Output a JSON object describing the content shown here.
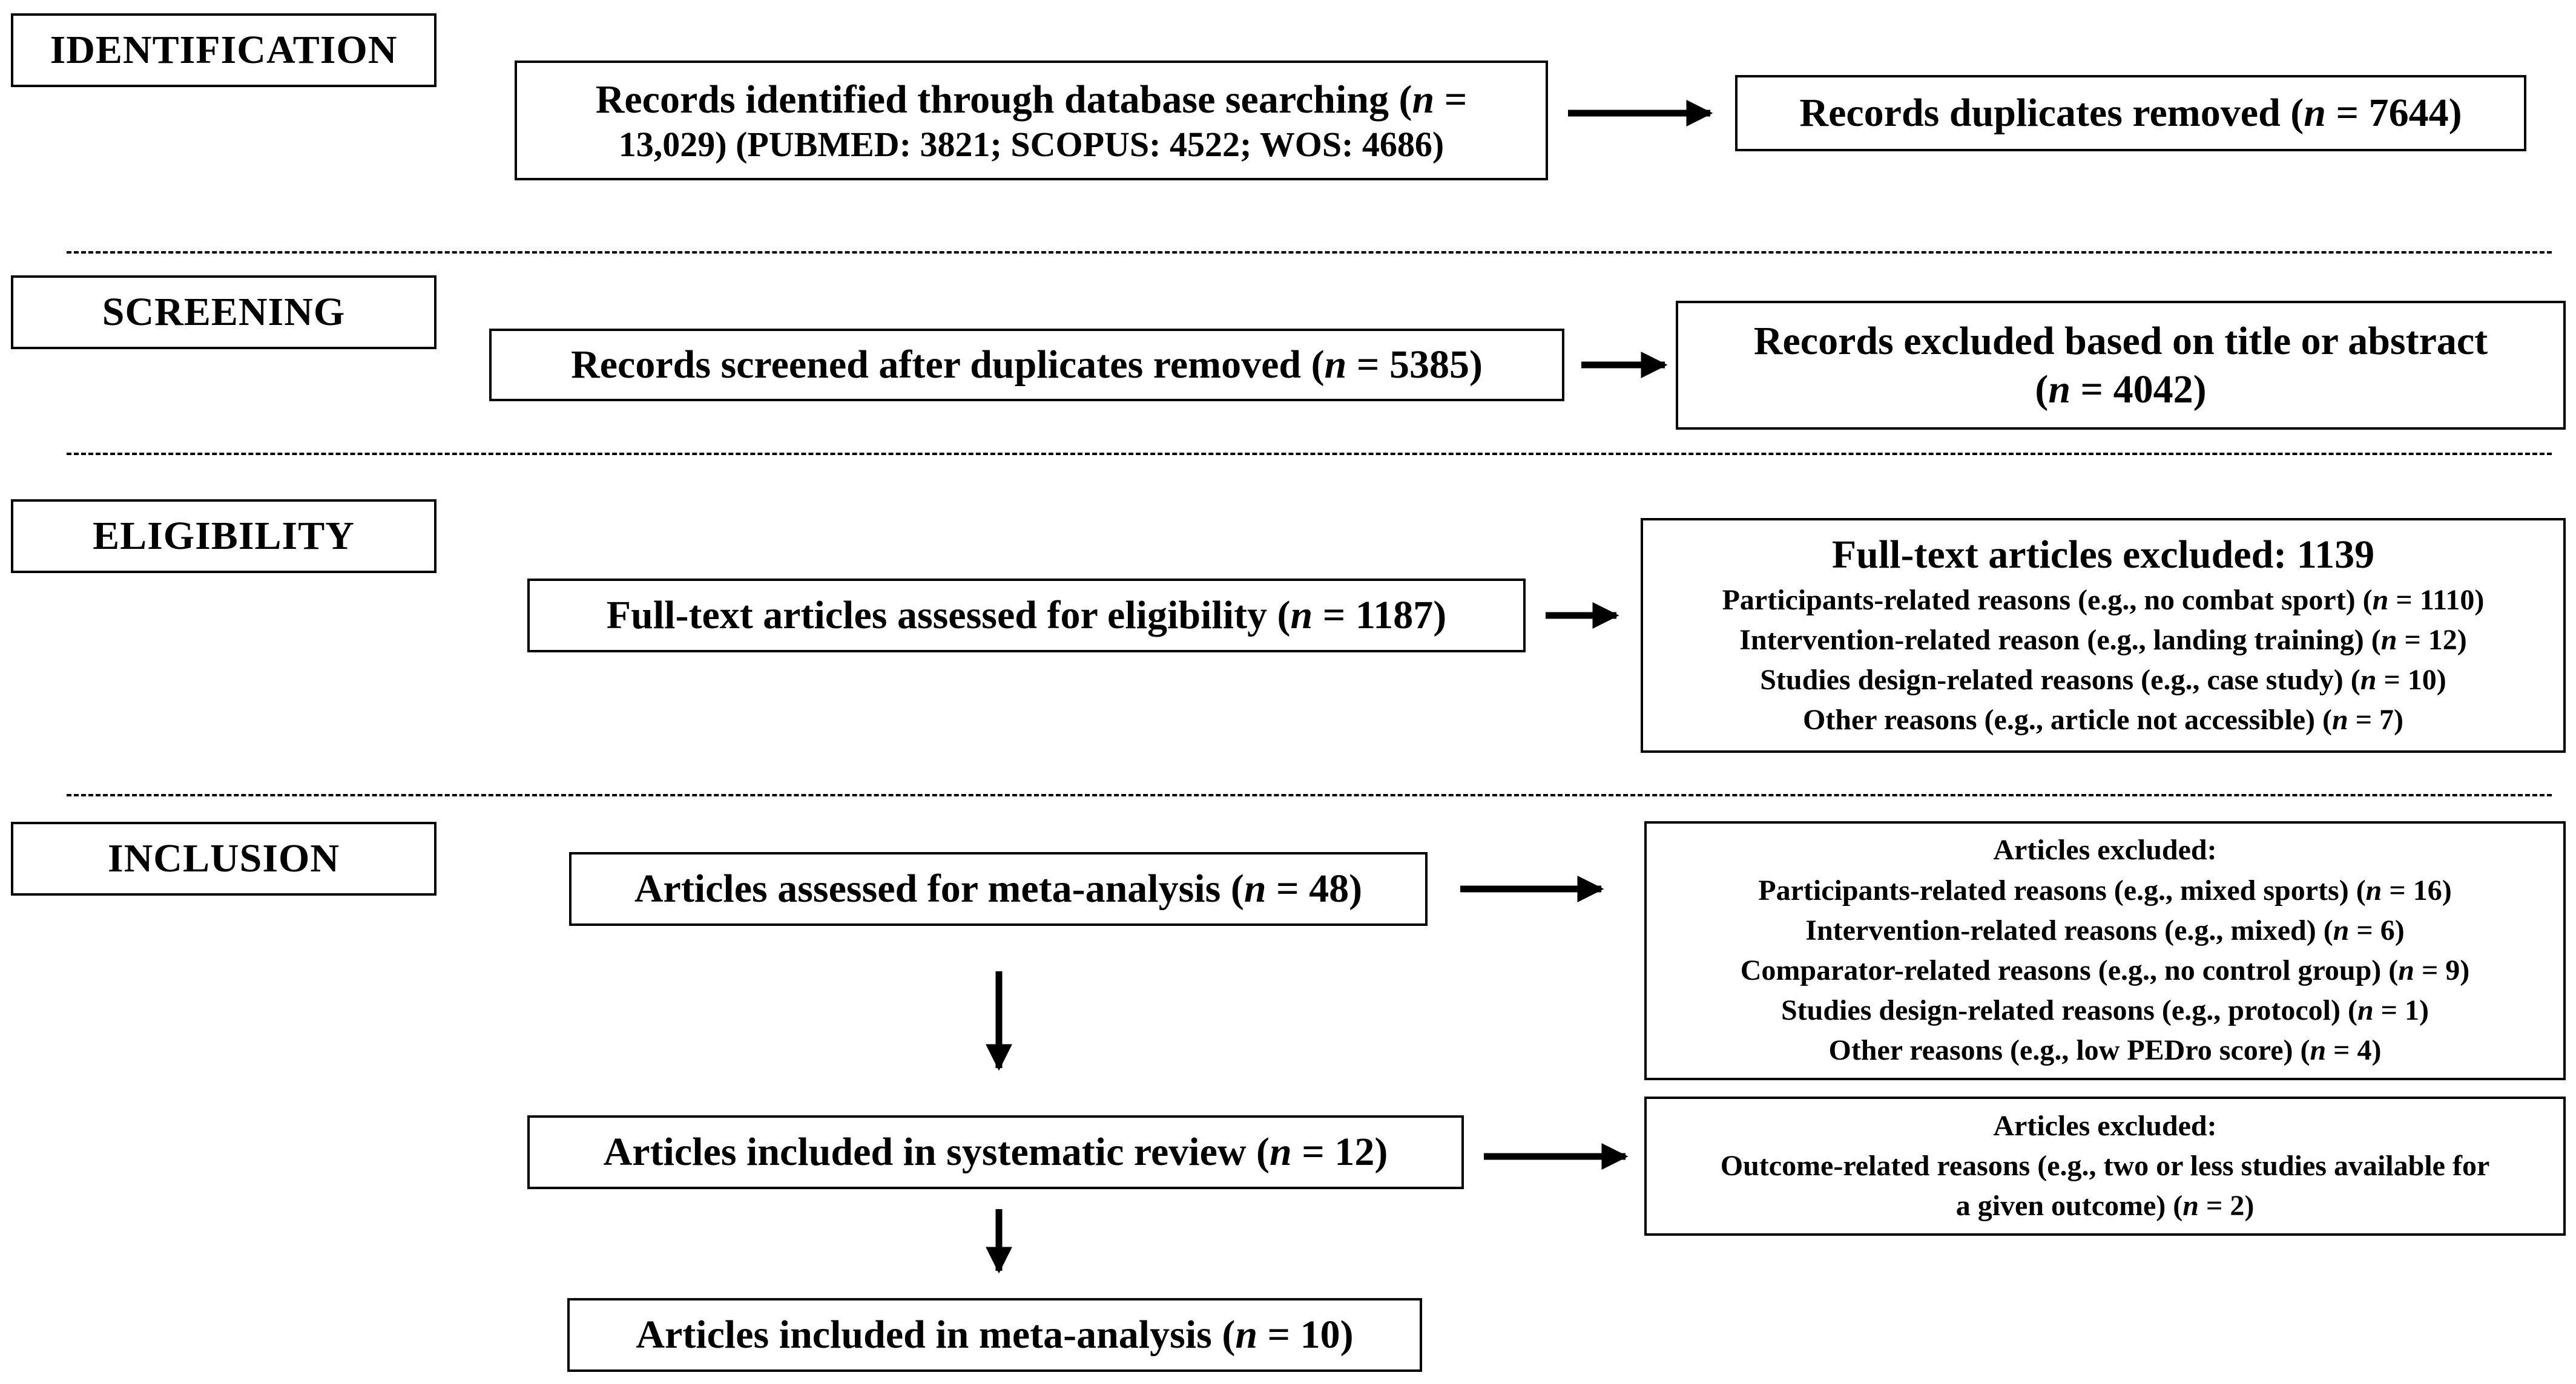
{
  "stages": {
    "identification": "IDENTIFICATION",
    "screening": "SCREENING",
    "eligibility": "ELIGIBILITY",
    "inclusion": "INCLUSION"
  },
  "identification": {
    "main_line1": "Records identified through database searching (n =",
    "main_line2": "13,029) (PUBMED: 3821; SCOPUS: 4522; WOS: 4686)",
    "side": "Records duplicates removed (n = 7644)"
  },
  "screening": {
    "main": "Records screened after duplicates removed (n = 5385)",
    "side_line1": "Records excluded based on title or abstract",
    "side_line2": "(n = 4042)"
  },
  "eligibility": {
    "main": "Full-text articles assessed for eligibility (n = 1187)",
    "side_title": "Full-text articles excluded: 1139",
    "side_reasons": [
      "Participants-related reasons (e.g., no combat sport) (n = 1110)",
      "Intervention-related reason (e.g., landing training) (n = 12)",
      "Studies design-related reasons (e.g., case study) (n = 10)",
      "Other reasons (e.g., article not accessible) (n = 7)"
    ]
  },
  "inclusion": {
    "meta_assessed": "Articles assessed for meta-analysis (n = 48)",
    "meta_excluded_title": "Articles excluded:",
    "meta_excluded_reasons": [
      "Participants-related reasons (e.g., mixed sports) (n = 16)",
      "Intervention-related reasons (e.g., mixed) (n = 6)",
      "Comparator-related reasons (e.g., no control group) (n = 9)",
      "Studies design-related reasons (e.g., protocol) (n = 1)",
      "Other reasons (e.g., low PEDro score) (n = 4)"
    ],
    "systematic_review": "Articles included in systematic review (n = 12)",
    "sr_excluded_title": "Articles excluded:",
    "sr_excluded_line1": "Outcome-related reasons (e.g., two or less studies available for",
    "sr_excluded_line2": "a given outcome) (n = 2)",
    "meta_included": "Articles included in meta-analysis (n = 10)"
  }
}
